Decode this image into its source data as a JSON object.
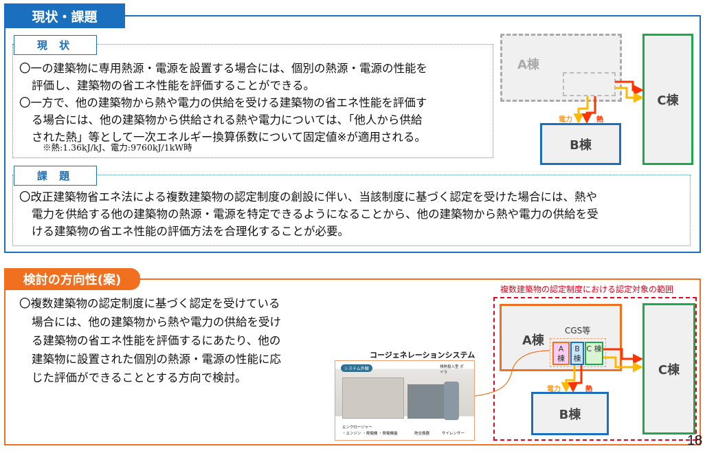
{
  "current_issues": {
    "title": "現状・課題",
    "current": {
      "label": "現 状",
      "lines": [
        "〇一の建築物に専用熱源・電源を設置する場合には、個別の熱源・電源の性能を",
        "評価し、建築物の省エネ性能を評価することができる。",
        "〇一方で、他の建築物から熱や電力の供給を受ける建築物の省エネ性能を評価す",
        "る場合には、他の建築物から供給される熱や電力については、「他人から供給",
        "された熱」等として一次エネルギー換算係数について固定値※が適用される。"
      ],
      "note": "※熱:1.36kJ/kJ、電力:9760kJ/1kW時"
    },
    "issue": {
      "label": "課 題",
      "lines": [
        "〇改正建築物省エネ法による複数建築物の認定制度の創設に伴い、当該制度に基づく認定を受けた場合には、熱や",
        "電力を供給する他の建築物の熱源・電源を特定できるようになることから、他の建築物から熱や電力の供給を受",
        "ける建築物の省エネ性能の評価方法を合理化することが必要。"
      ]
    },
    "diagram": {
      "a": "A棟",
      "b": "B棟",
      "c": "C棟",
      "power": "電力",
      "heat": "熱"
    }
  },
  "direction": {
    "title": "検討の方向性(案)",
    "lines": [
      "〇複数建築物の認定制度に基づく認定を受けている",
      "場合には、他の建築物から熱や電力の供給を受け",
      "る建築物の省エネ性能を評価するにあたり、他の",
      "建築物に設置された個別の熱源・電源の性能に応",
      "じた評価ができることとする方向で検討。"
    ],
    "photo_title": "コージェネレーションシステム",
    "photo_labels": {
      "badge": "システム外観",
      "boiler": "排熱投入型 ボイラ",
      "enclosure": "エンクロージャー",
      "parts": "・エンジン ・発電機 ・発電機盤",
      "hx": "熱交換器",
      "silencer": "サイレンサー"
    },
    "scope_label": "複数建築物の認定制度における認定対象の範囲",
    "diagram": {
      "a": "A棟",
      "b": "B棟",
      "c": "C棟",
      "cgs": "CGS等",
      "ua": "A 棟",
      "ub": "B 棟",
      "uc": "C 棟",
      "power": "電力",
      "heat": "熱"
    }
  },
  "page_number": "18",
  "colors": {
    "blue": "#1a6fbf",
    "orange": "#f07020",
    "green": "#1aaa4a",
    "heat": "#ff3300",
    "power": "#ffb800",
    "scope": "#e8001c"
  }
}
